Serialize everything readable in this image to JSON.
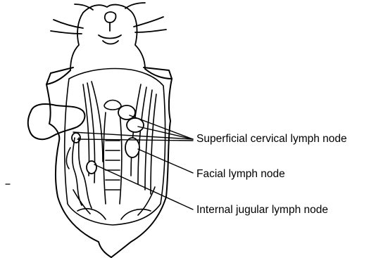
{
  "labels": {
    "superficial_cervical": "Superficial cervical lymph node",
    "facial": "Facial lymph node",
    "internal_jugular": "Internal jugular lymph node"
  },
  "colors": {
    "ink": "#000000",
    "paper": "#ffffff"
  }
}
